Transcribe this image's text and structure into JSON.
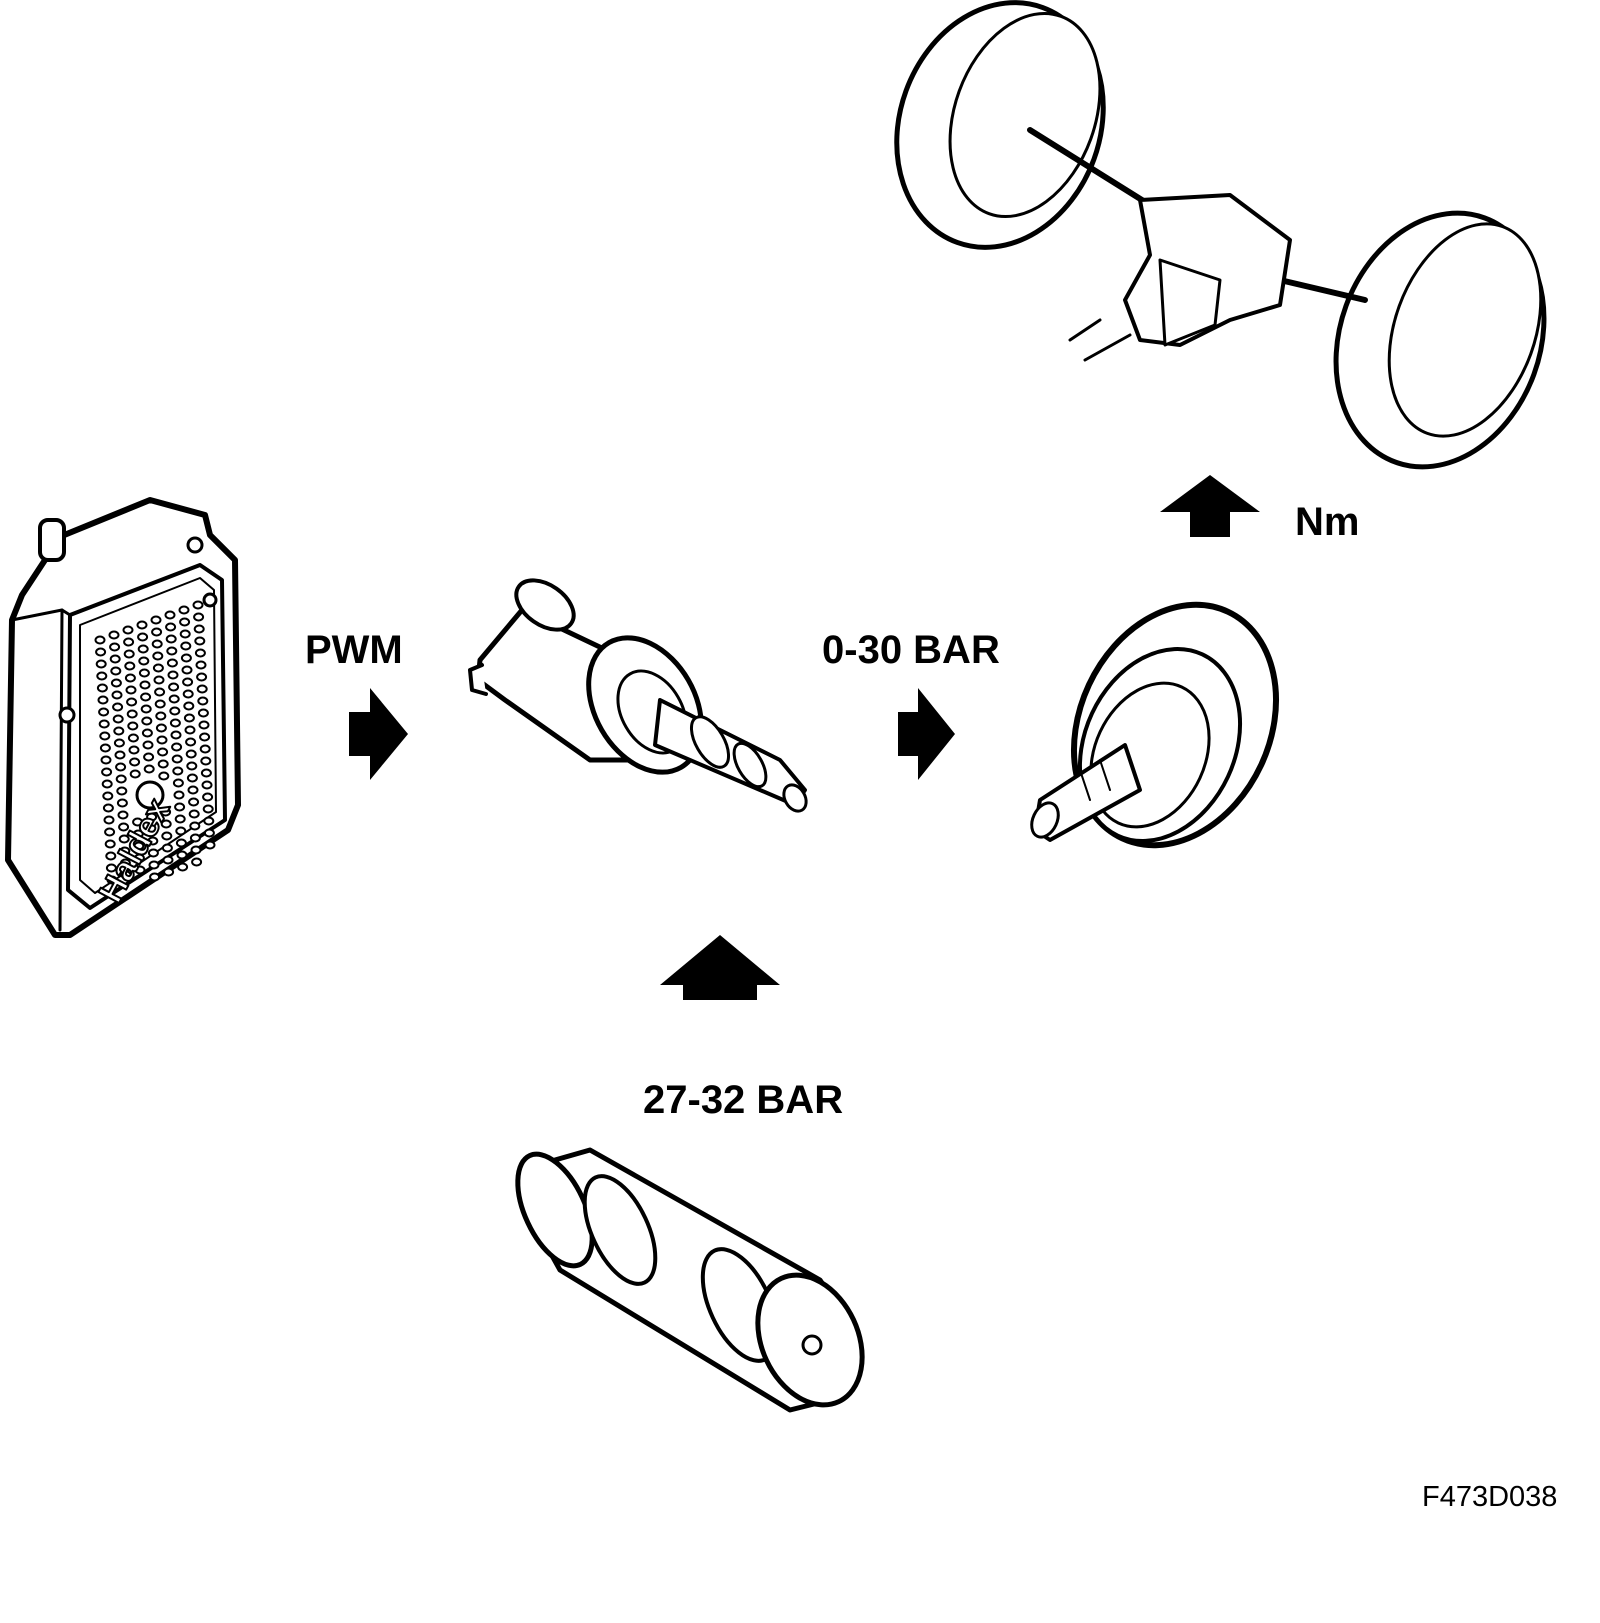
{
  "labels": {
    "pwm": "PWM",
    "valve_pressure": "0-30 BAR",
    "torque": "Nm",
    "supply_pressure": "27-32 BAR",
    "figure_code": "F473D038"
  },
  "control_unit": {
    "brand": "Haldex"
  },
  "colors": {
    "line": "#000000",
    "fill": "#ffffff"
  },
  "icons": [
    "arrow-right-icon",
    "arrow-right-icon",
    "arrow-up-icon",
    "arrow-up-icon"
  ]
}
